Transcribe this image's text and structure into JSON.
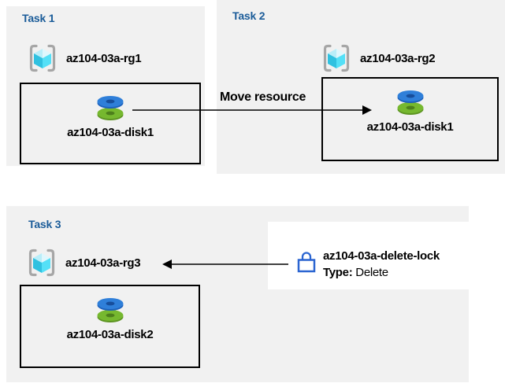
{
  "tasks": {
    "task1": {
      "title": "Task 1",
      "resource_group": "az104-03a-rg1",
      "resource": "az104-03a-disk1"
    },
    "task2": {
      "title": "Task 2",
      "resource_group": "az104-03a-rg2",
      "resource": "az104-03a-disk1"
    },
    "task3": {
      "title": "Task 3",
      "resource_group": "az104-03a-rg3",
      "resource": "az104-03a-disk2"
    }
  },
  "annotations": {
    "move_arrow_label": "Move resource",
    "lock_name": "az104-03a-delete-lock",
    "lock_type_key": "Type:",
    "lock_type_value": "Delete"
  },
  "icons": {
    "resource_group": "resource-group-icon",
    "disk": "managed-disk-icon",
    "lock": "delete-lock-icon"
  },
  "colors": {
    "page_bg": "#ffffff",
    "panel_bg": "#f1f1f1",
    "heading_text": "#1b5c99",
    "label_text": "#000000",
    "box_border": "#000000",
    "arrow": "#000000",
    "lock_stroke": "#2b65d1",
    "cube_bright": "#54e0f7",
    "cube_medium": "#30c1e0",
    "cube_light": "#b9eef9",
    "bracket_gray": "#a6a6a6",
    "disk_blue": "#2f7fd9",
    "disk_green": "#76b82f"
  }
}
